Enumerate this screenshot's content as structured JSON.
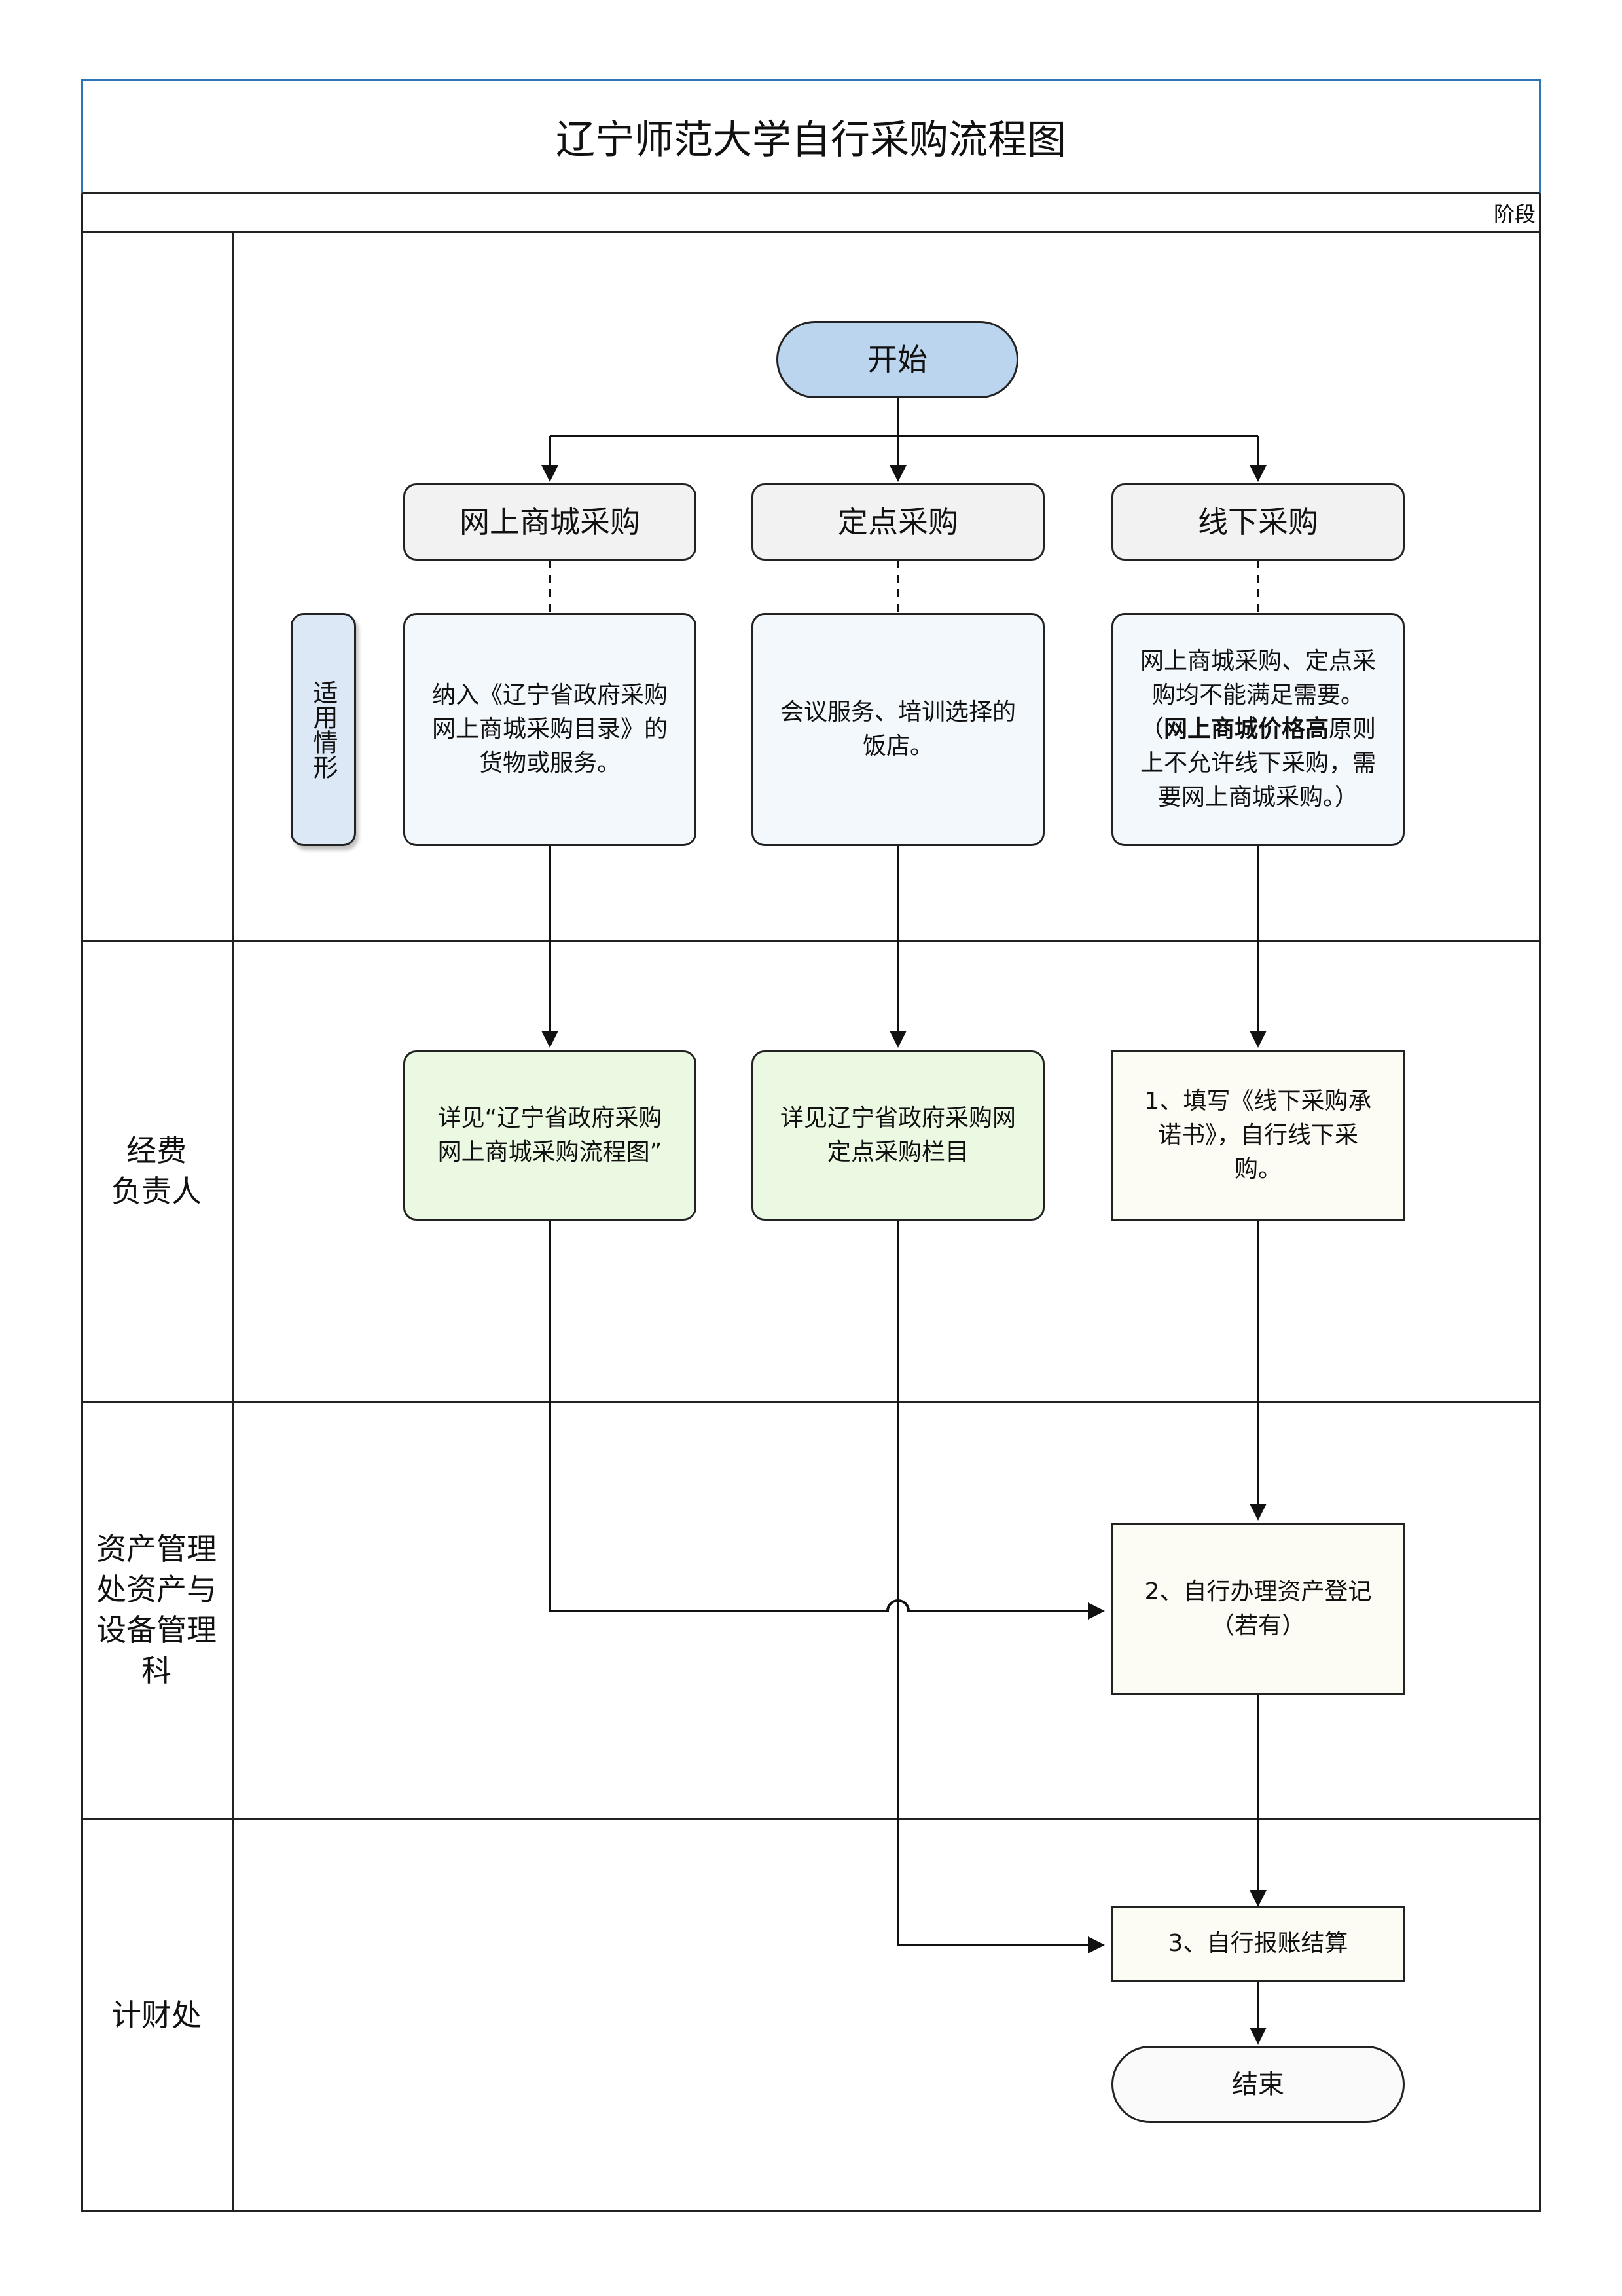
{
  "title": "辽宁师范大学自行采购流程图",
  "stage_label": "阶段",
  "lanes": {
    "applicable": "",
    "fund_manager": "经费\n负责人",
    "asset_office": "资产管理\n处资产与\n设备管理\n科",
    "finance": "计财处"
  },
  "condition_tag": "适用情形",
  "nodes": {
    "start": "开始",
    "online_mall": "网上商城采购",
    "designated": "定点采购",
    "offline": "线下采购",
    "online_condition": "纳入《辽宁省政府采购\n网上商城采购目录》的\n货物或服务。",
    "designated_condition": "会议服务、培训选择的\n饭店。",
    "offline_condition_1": "网上商城采购、定点采\n购均不能满足需要。\n（",
    "offline_condition_bold": "网上商城价格高",
    "offline_condition_2": "原则\n上不允许线下采购，需\n要网上商城采购。）",
    "online_detail": "详见“辽宁省政府采购\n网上商城采购流程图”",
    "designated_detail": "详见辽宁省政府采购网\n定点采购栏目",
    "step1": "1、填写《线下采购承\n诺书》，自行线下采\n购。",
    "step2": "2、自行办理资产登记\n（若有）",
    "step3": "3、自行报账结算",
    "end": "结束"
  },
  "colors": {
    "title_border": "#2e75b6",
    "start_fill": "#bcd5ee",
    "grey_fill": "#f2f2f2",
    "condition_fill": "#f3f8fd",
    "detail_fill": "#ebf9e2",
    "step_fill": "#fdfcf4"
  }
}
